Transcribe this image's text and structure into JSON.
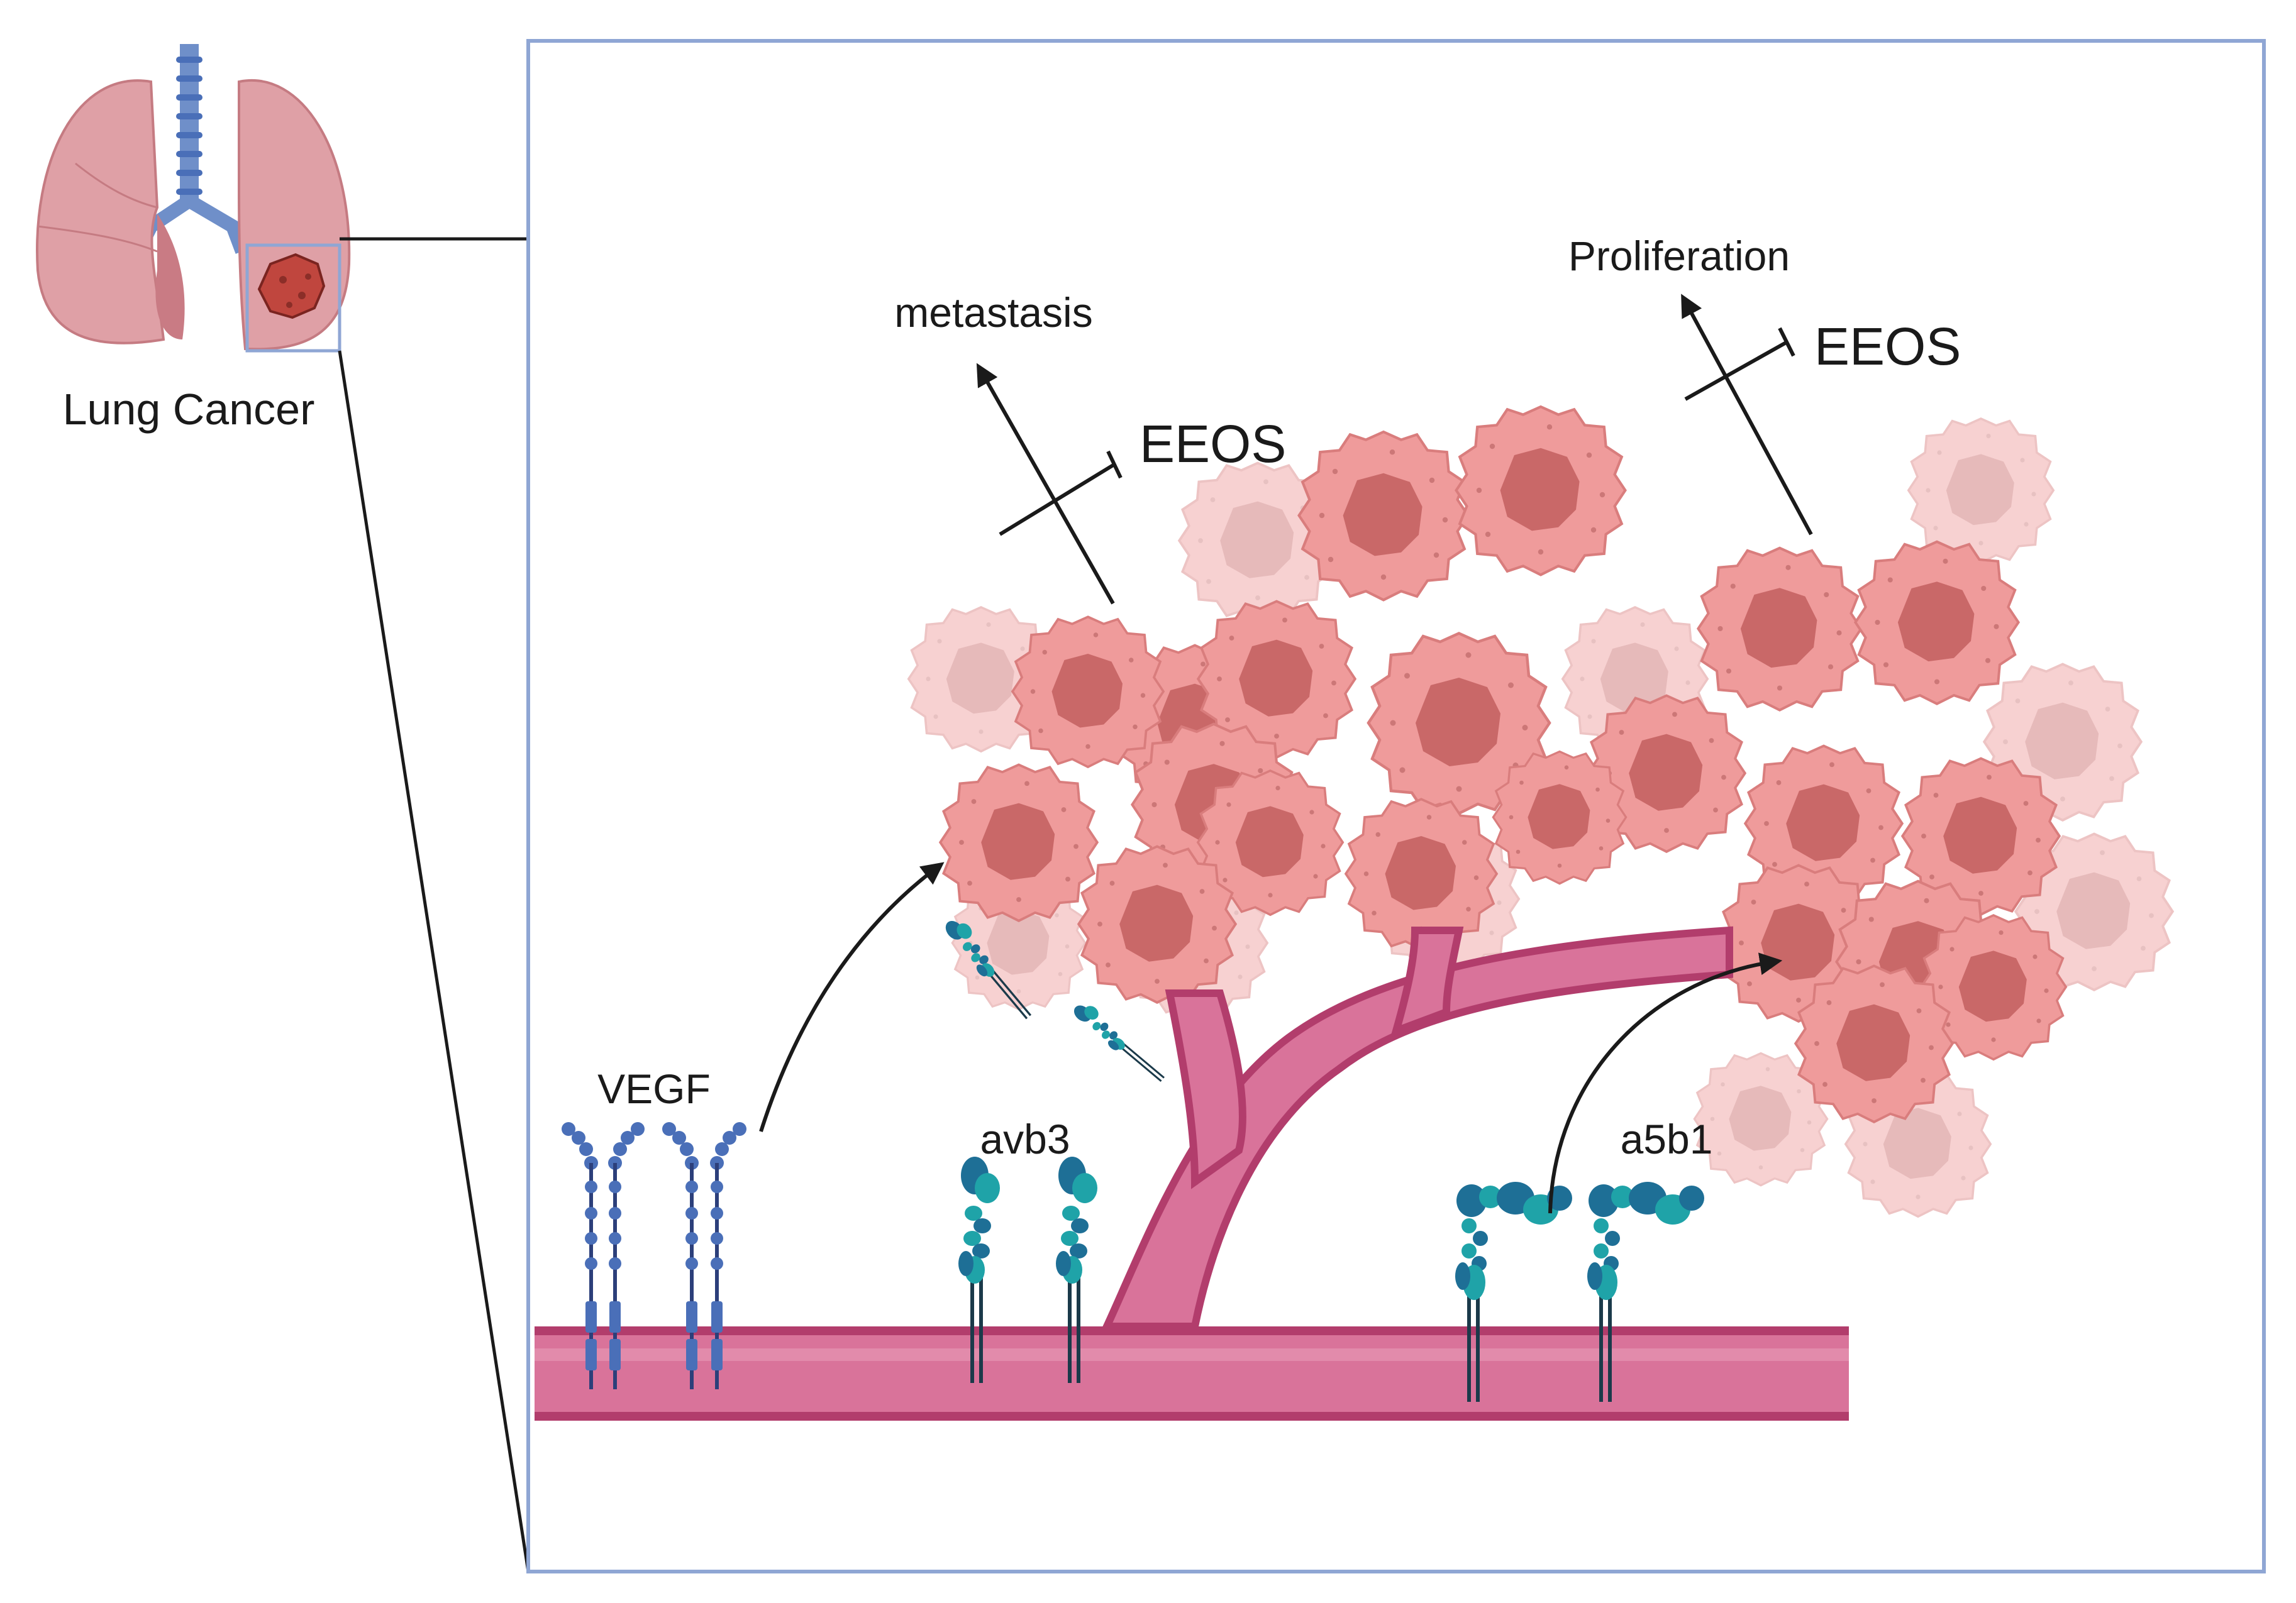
{
  "organ": {
    "label": "Lung Cancer"
  },
  "labels": {
    "metastasis": "metastasis",
    "proliferation": "Proliferation",
    "inhibitor_left": "EEOS",
    "inhibitor_right": "EEOS",
    "receptor_vegf": "VEGF",
    "receptor_avb3": "avb3",
    "receptor_a5b1": "a5b1"
  },
  "colors": {
    "frame": "#8fa6d4",
    "tumor_cell": "#ef9b9b",
    "tumor_nucleus": "#c96868",
    "vessel": "#d9739a",
    "vessel_edge": "#b23d6c",
    "lung": "#dfa0a6",
    "trachea": "#6f8fc9",
    "vegf_receptor": "#4a6fb8",
    "integrin_dark": "#1e6f96",
    "integrin_teal": "#1fa3a8",
    "arrow": "#1a1a1a"
  }
}
